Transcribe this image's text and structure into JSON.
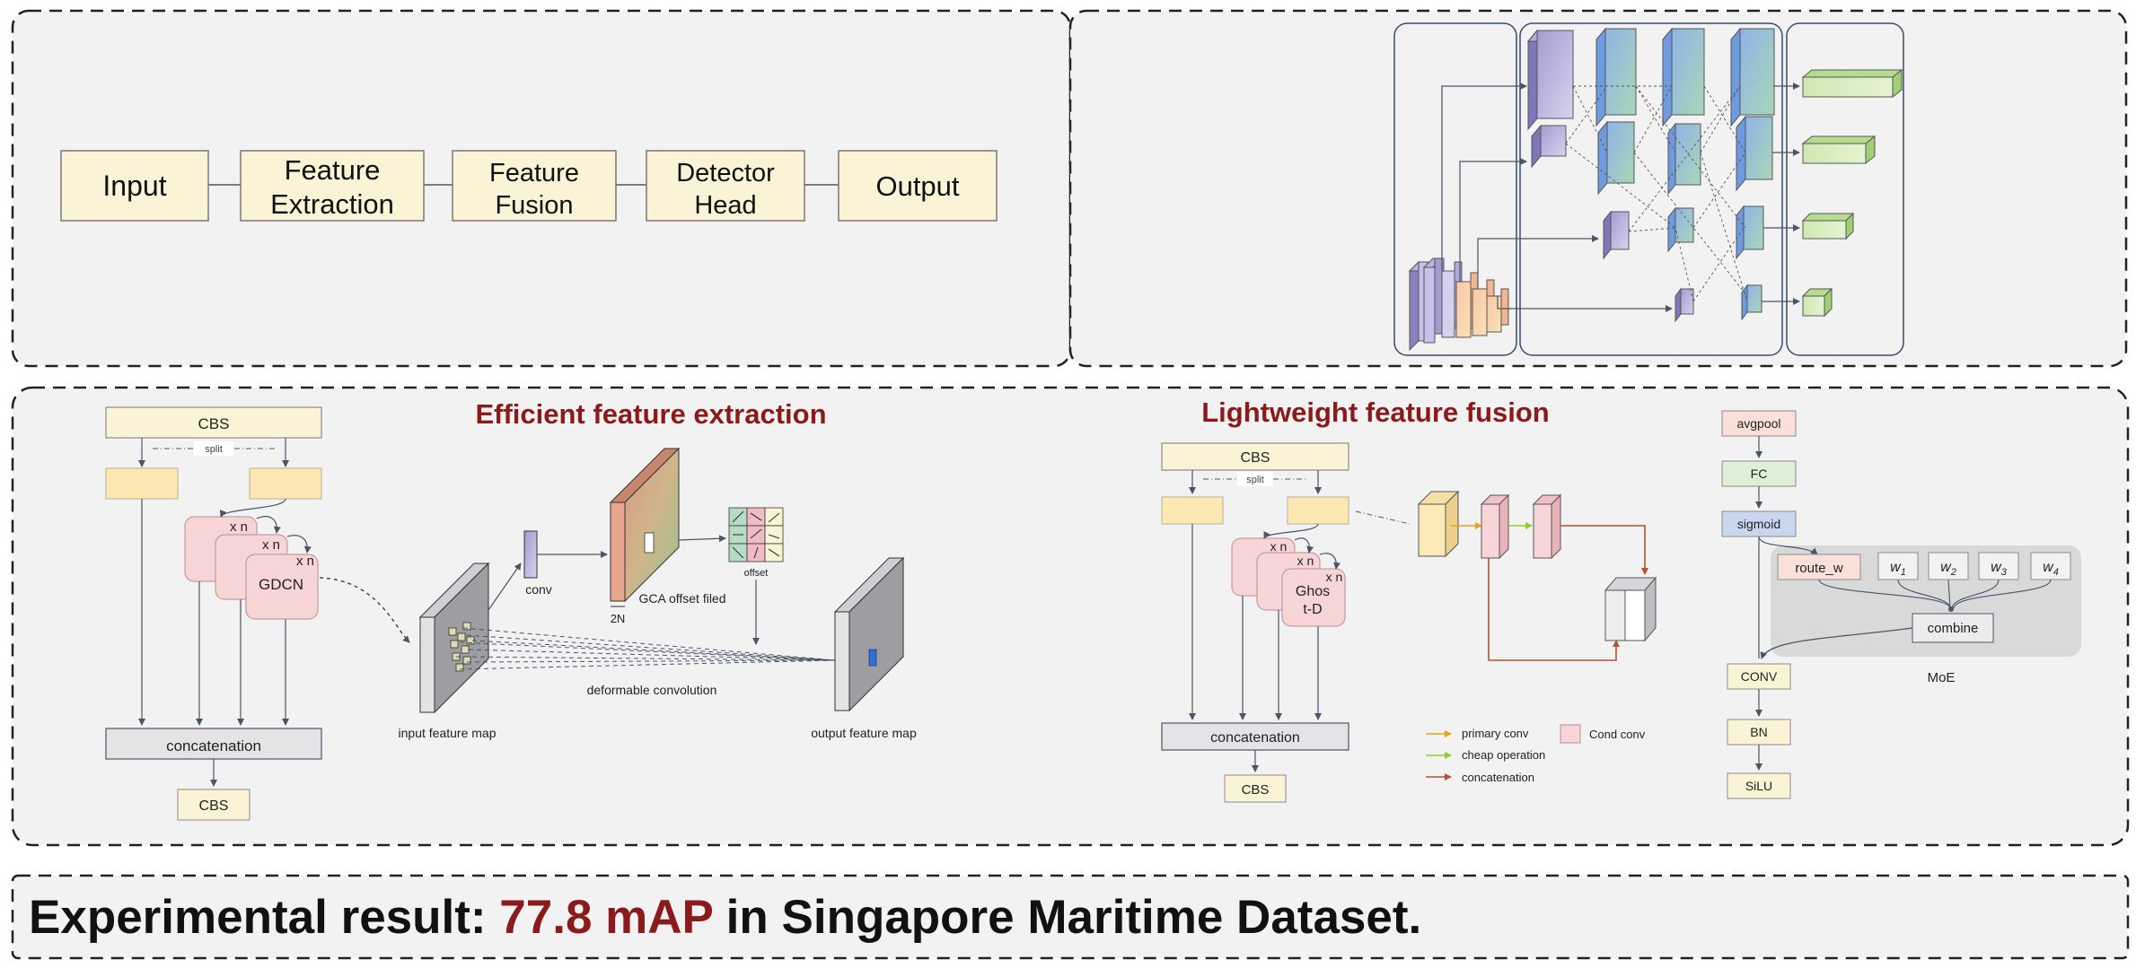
{
  "pipeline": {
    "input": "Input",
    "feature_extraction_1": "Feature",
    "feature_extraction_2": "Extraction",
    "feature_fusion_1": "Feature",
    "feature_fusion_2": "Fusion",
    "detector_head_1": "Detector",
    "detector_head_2": "Head",
    "output": "Output"
  },
  "extraction": {
    "title": "Efficient feature extraction",
    "cbs_top": "CBS",
    "split": "split",
    "xn": "x n",
    "gdcn": "GDCN",
    "concatenation": "concatenation",
    "cbs_bottom": "CBS",
    "conv": "conv",
    "two_n": "2N",
    "offset_field": "GCA offset filed",
    "offset": "offset",
    "input_map": "input feature map",
    "deform_conv": "deformable convolution",
    "output_map": "output feature map"
  },
  "fusion": {
    "title": "Lightweight feature fusion",
    "cbs_top": "CBS",
    "split": "split",
    "xn": "x n",
    "ghost_1": "Ghos",
    "ghost_2": "t-D",
    "concatenation": "concatenation",
    "cbs_bottom": "CBS",
    "legend_primary": "primary conv",
    "legend_cheap": "cheap operation",
    "legend_concat": "concatenation",
    "legend_cond": "Cond conv"
  },
  "moe": {
    "avgpool": "avgpool",
    "fc": "FC",
    "sigmoid": "sigmoid",
    "route": "route_w",
    "w1": "w",
    "w2": "w",
    "w3": "w",
    "w4": "w",
    "s1": "1",
    "s2": "2",
    "s3": "3",
    "s4": "4",
    "combine": "combine",
    "label": "MoE",
    "conv": "CONV",
    "bn": "BN",
    "silu": "SiLU"
  },
  "result": {
    "prefix": "Experimental result: ",
    "highlight": "77.8 mAP",
    "suffix": " in Singapore Maritime Dataset."
  },
  "colors": {
    "accent_red": "#8b1a1a",
    "box_yellow": "#fbf3d5",
    "box_pink": "#f7d4d6",
    "panel_bg": "#f2f2f2"
  }
}
